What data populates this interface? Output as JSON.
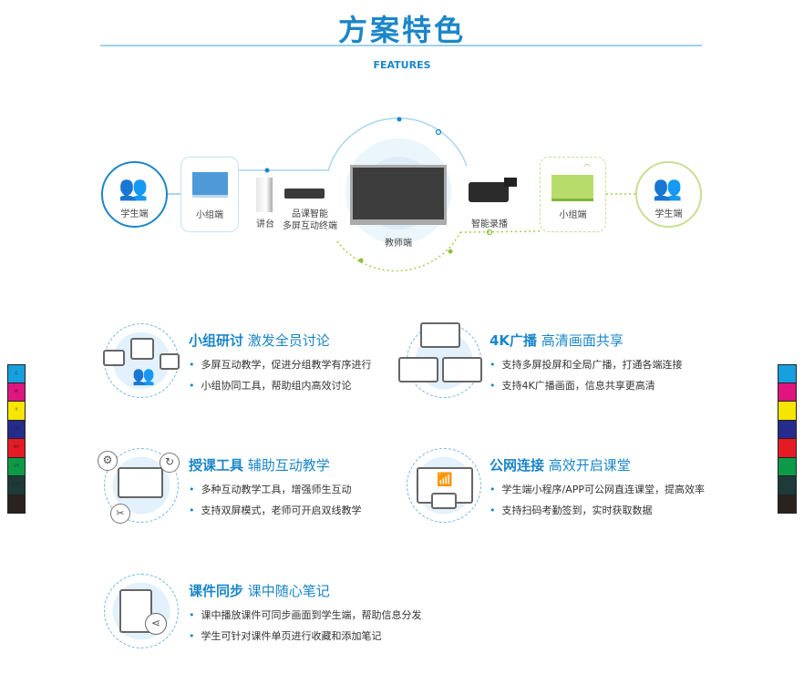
{
  "header": {
    "title": "方案特色",
    "subtitle": "FEATURES"
  },
  "diagram": {
    "student_left": "学生端",
    "group_left": "小组端",
    "podium": "讲台",
    "terminal_line1": "品课智能",
    "terminal_line2": "多屏互动终端",
    "teacher": "教师端",
    "recorder": "智能录播",
    "group_right": "小组端",
    "student_right": "学生端"
  },
  "features": [
    {
      "title_bold": "小组研讨",
      "title_rest": "激发全员讨论",
      "bullets": [
        "多屏互动教学，促进分组教学有序进行",
        "小组协同工具，帮助组内高效讨论"
      ]
    },
    {
      "title_bold": "4K广播",
      "title_rest": "高清画面共享",
      "bullets": [
        "支持多屏投屏和全局广播，打通各端连接",
        "支持4K广播画面，信息共享更高清"
      ]
    },
    {
      "title_bold": "授课工具",
      "title_rest": "辅助互动教学",
      "bullets": [
        "多种互动教学工具，增强师生互动",
        "支持双屏模式，老师可开启双线教学"
      ]
    },
    {
      "title_bold": "公网连接",
      "title_rest": "高效开启课堂",
      "bullets": [
        "学生端小程序/APP可公网直连课堂，提高效率",
        "支持扫码考勤签到，实时获取数据"
      ]
    },
    {
      "title_bold": "课件同步",
      "title_rest": "课中随心笔记",
      "bullets": [
        "课中播放课件可同步画面到学生端，帮助信息分发",
        "学生可针对课件单页进行收藏和添加笔记"
      ]
    }
  ],
  "color_bar": {
    "labels": [
      "C",
      "M",
      "Y",
      "CM",
      "MY",
      "CY",
      "CMY",
      "K"
    ],
    "colors": [
      "#16a0e0",
      "#e0157f",
      "#f6e500",
      "#262c8c",
      "#e51a24",
      "#0d9a48",
      "#1e3a3a",
      "#2a221e"
    ]
  },
  "colors": {
    "brand_blue": "#1b86c8",
    "accent_green": "#a6cf55"
  }
}
